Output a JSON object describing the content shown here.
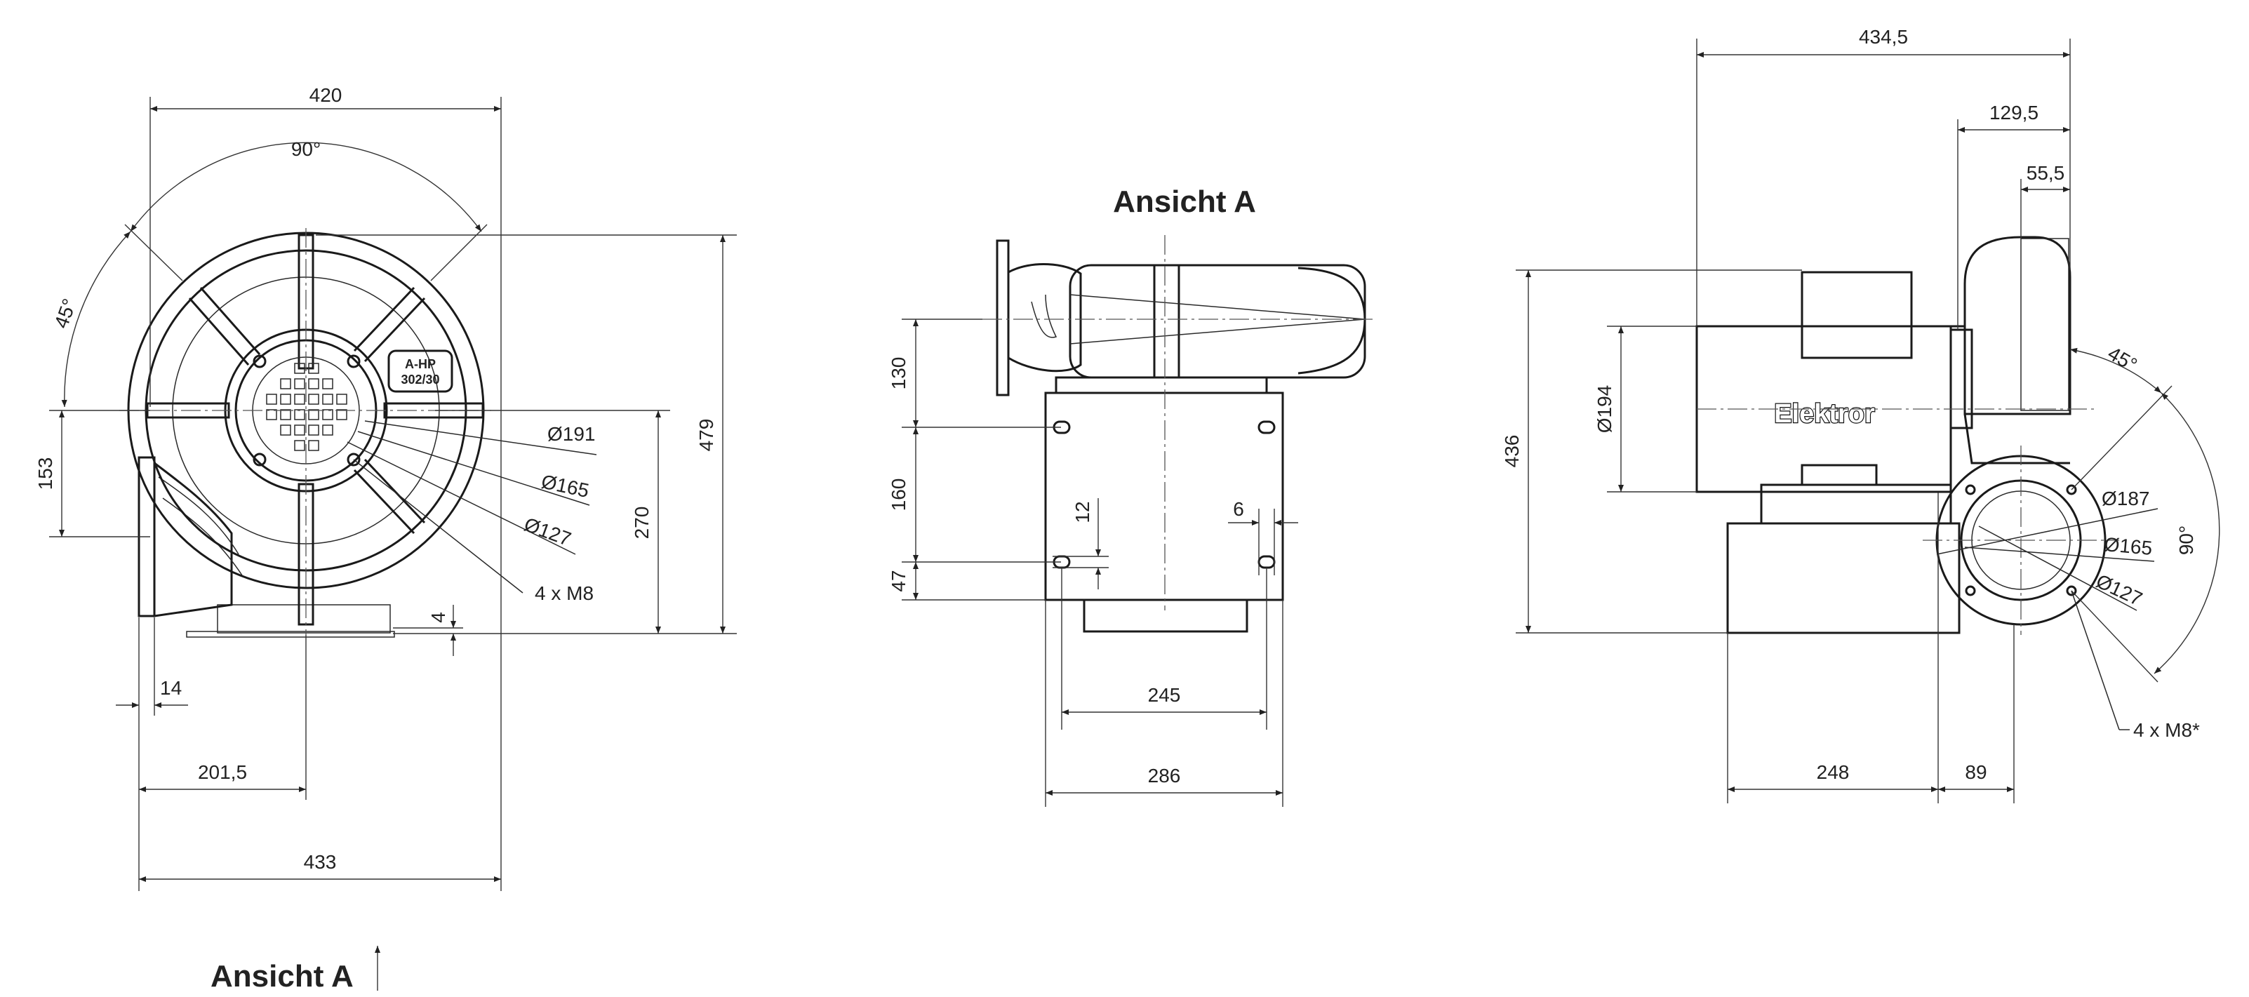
{
  "labels": {
    "view_title": "Ansicht A",
    "view_arrow_label": "Ansicht A",
    "brand": "Elektror",
    "nameplate_line1": "A-HP",
    "nameplate_line2": "302/30"
  },
  "front_view": {
    "overall_width": "420",
    "angle_top": "90°",
    "angle_left": "45°",
    "dia_outer": "Ø191",
    "dia_mid": "Ø165",
    "dia_inner": "Ø127",
    "bolts": "4 x M8",
    "height_153": "153",
    "height_270": "270",
    "height_479": "479",
    "base_4": "4",
    "flange_14": "14",
    "offset_201": "201,5",
    "overall_433": "433"
  },
  "side_view": {
    "dim_130": "130",
    "dim_160": "160",
    "dim_47": "47",
    "slot_12": "12",
    "slot_6": "6",
    "width_245": "245",
    "width_286": "286"
  },
  "right_view": {
    "overall_434": "434,5",
    "dim_129": "129,5",
    "dim_55": "55,5",
    "motor_dia": "Ø194",
    "height_436": "436",
    "angle_45": "45°",
    "angle_90": "90°",
    "dia_187": "Ø187",
    "dia_165": "Ø165",
    "dia_127": "Ø127",
    "bolts": "4 x M8*",
    "base_248": "248",
    "base_89": "89"
  }
}
